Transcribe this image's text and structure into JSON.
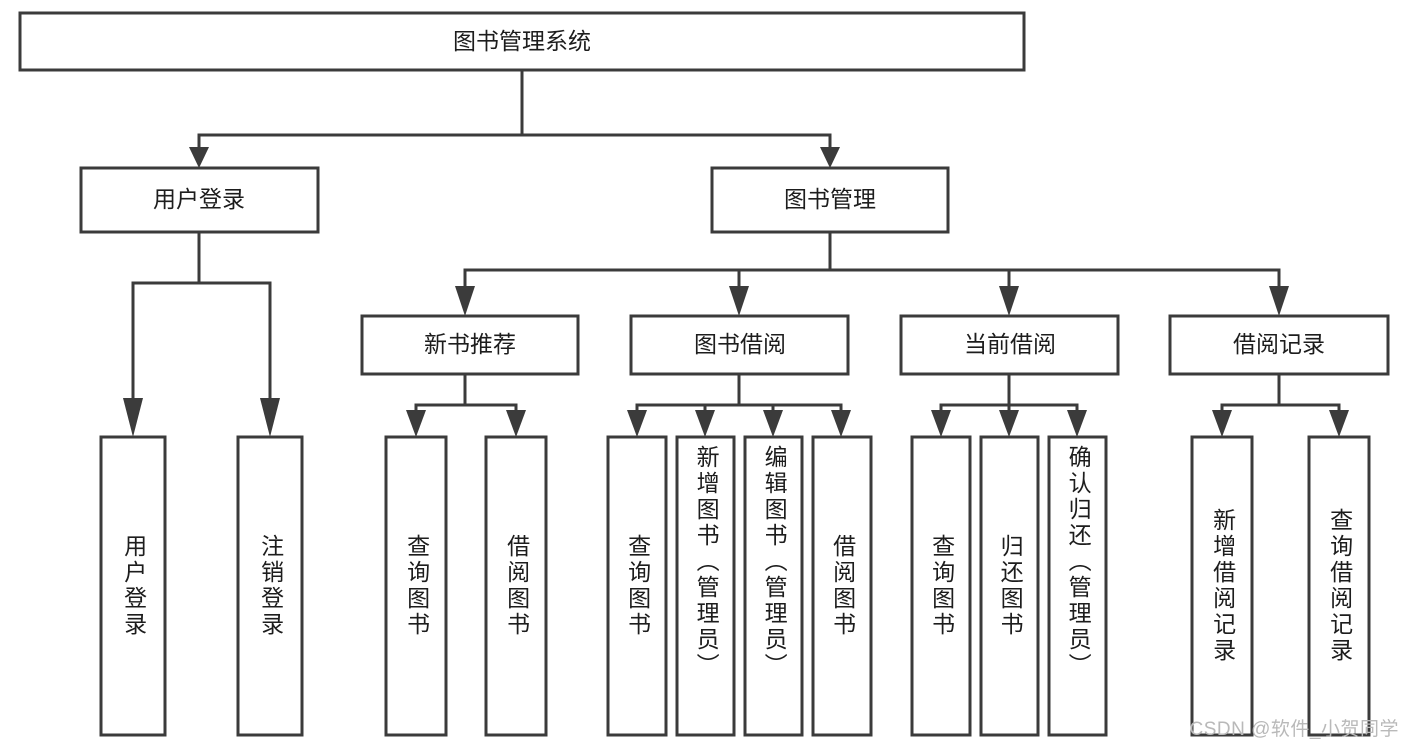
{
  "diagram": {
    "type": "tree",
    "title": "图书管理系统",
    "watermark": "CSDN @软件_小贺同学",
    "colors": {
      "box_stroke": "#3b3b3b",
      "box_fill": "#ffffff",
      "text": "#1d1d1d",
      "connector": "#3b3b3b",
      "watermark": "#b9b9b9"
    },
    "levels": {
      "root": "图书管理系统",
      "level2": [
        "用户登录",
        "图书管理"
      ],
      "level3": [
        "新书推荐",
        "图书借阅",
        "当前借阅",
        "借阅记录"
      ]
    },
    "nodes": {
      "root": {
        "label": "图书管理系统"
      },
      "user_login": {
        "label": "用户登录"
      },
      "book_manage": {
        "label": "图书管理"
      },
      "new_book_rec": {
        "label": "新书推荐"
      },
      "book_borrow": {
        "label": "图书借阅"
      },
      "current_borrow": {
        "label": "当前借阅"
      },
      "borrow_record": {
        "label": "借阅记录"
      }
    },
    "leaves": [
      {
        "id": "leaf-user-login",
        "label": "用户登录",
        "parent": "用户登录"
      },
      {
        "id": "leaf-user-logout",
        "label": "注销登录",
        "parent": "用户登录"
      },
      {
        "id": "leaf-query-book-1",
        "label": "查询图书",
        "parent": "新书推荐"
      },
      {
        "id": "leaf-borrow-book-1",
        "label": "借阅图书",
        "parent": "新书推荐"
      },
      {
        "id": "leaf-query-book-2",
        "label": "查询图书",
        "parent": "图书借阅"
      },
      {
        "id": "leaf-add-book",
        "label": "新增图书（管理员）",
        "parent": "图书借阅"
      },
      {
        "id": "leaf-edit-book",
        "label": "编辑图书（管理员）",
        "parent": "图书借阅"
      },
      {
        "id": "leaf-borrow-book-2",
        "label": "借阅图书",
        "parent": "图书借阅"
      },
      {
        "id": "leaf-query-book-3",
        "label": "查询图书",
        "parent": "当前借阅"
      },
      {
        "id": "leaf-return-book",
        "label": "归还图书",
        "parent": "当前借阅"
      },
      {
        "id": "leaf-confirm-return",
        "label": "确认归还（管理员）",
        "parent": "当前借阅"
      },
      {
        "id": "leaf-add-record",
        "label": "新增借阅记录",
        "parent": "借阅记录"
      },
      {
        "id": "leaf-query-record",
        "label": "查询借阅记录",
        "parent": "借阅记录"
      }
    ]
  }
}
